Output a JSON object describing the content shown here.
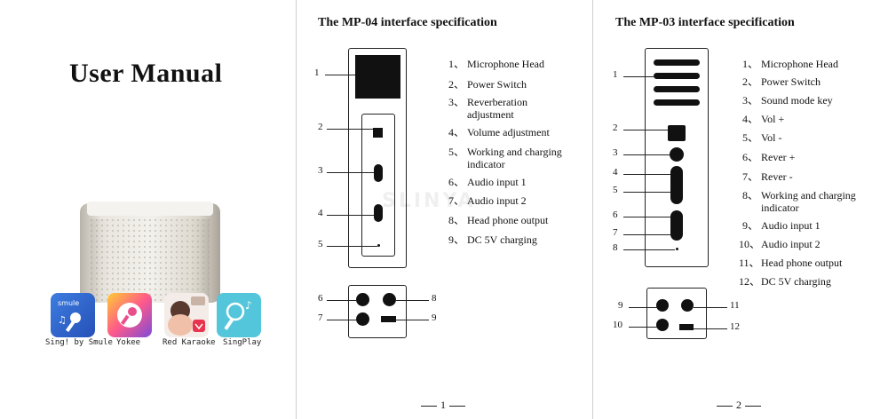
{
  "panel1": {
    "title": "User Manual",
    "apps": [
      {
        "name": "Sing! by Smule",
        "badge": "smule",
        "color": "#3b6fd6"
      },
      {
        "name": "Yokee",
        "color": "#ff8a22"
      },
      {
        "name": "Red Karaoke",
        "color": "#e8344e"
      },
      {
        "name": "SingPlay",
        "color": "#4cc3d9"
      }
    ]
  },
  "panel2": {
    "title": "The MP-04 interface specification",
    "legend": [
      {
        "num": "1、",
        "text": "Microphone Head"
      },
      {
        "num": "2、",
        "text": "Power Switch"
      },
      {
        "num": "3、",
        "text": "Reverberation adjustment"
      },
      {
        "num": "4、",
        "text": "Volume adjustment"
      },
      {
        "num": "5、",
        "text": "Working and charging indicator"
      },
      {
        "num": "6、",
        "text": "Audio input 1"
      },
      {
        "num": "7、",
        "text": "Audio input 2"
      },
      {
        "num": "8、",
        "text": "Head phone output"
      },
      {
        "num": "9、",
        "text": "DC 5V charging"
      }
    ],
    "callouts": [
      "1",
      "2",
      "3",
      "4",
      "5",
      "6",
      "7",
      "8",
      "9"
    ],
    "watermark": "SLINYA",
    "page_number": "1"
  },
  "panel3": {
    "title": "The MP-03 interface specification",
    "legend": [
      {
        "num": "1、",
        "text": "Microphone Head"
      },
      {
        "num": "2、",
        "text": "Power Switch"
      },
      {
        "num": "3、",
        "text": "Sound mode key"
      },
      {
        "num": "4、",
        "text": "Vol +"
      },
      {
        "num": "5、",
        "text": "Vol -"
      },
      {
        "num": "6、",
        "text": "Rever +"
      },
      {
        "num": "7、",
        "text": "Rever -"
      },
      {
        "num": "8、",
        "text": "Working and charging indicator"
      },
      {
        "num": "9、",
        "text": "Audio input 1"
      },
      {
        "num": "10、",
        "text": "Audio input 2"
      },
      {
        "num": "11、",
        "text": "Head phone output"
      },
      {
        "num": "12、",
        "text": "DC 5V charging"
      }
    ],
    "callouts": [
      "1",
      "2",
      "3",
      "4",
      "5",
      "6",
      "7",
      "8",
      "9",
      "10",
      "11",
      "12"
    ],
    "page_number": "2"
  }
}
